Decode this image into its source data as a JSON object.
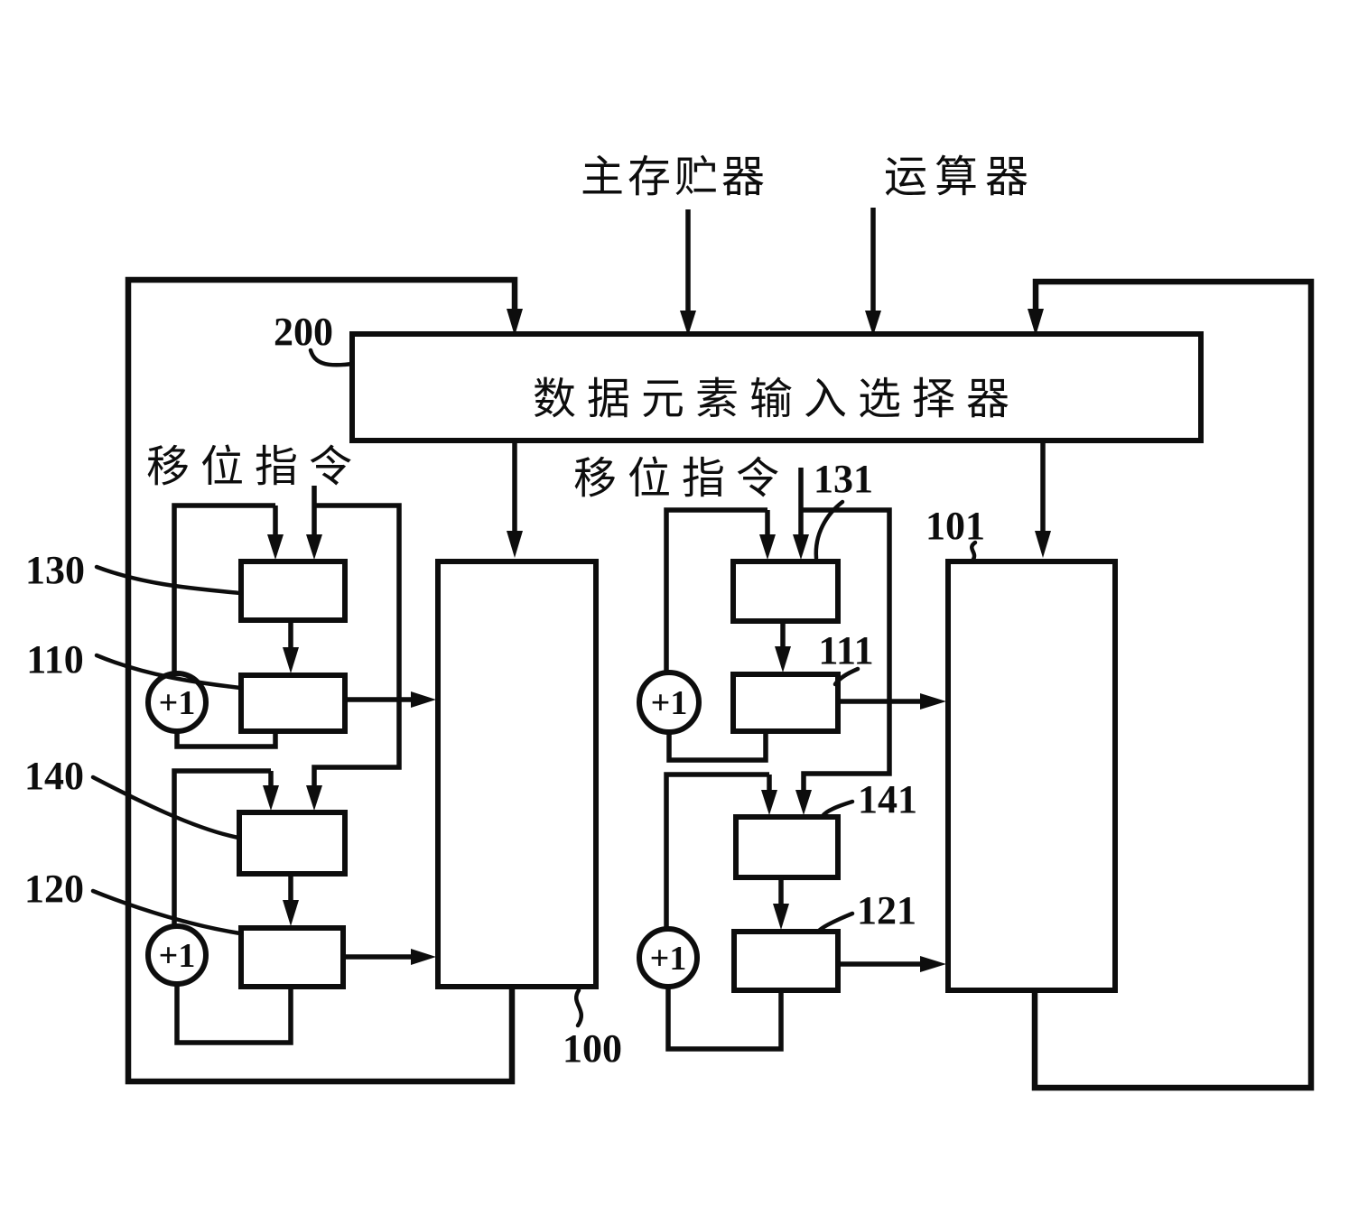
{
  "figure": {
    "inputs": {
      "main_memory_label": "主存贮器",
      "alu_label": "运算器"
    },
    "selector": {
      "title": "数据元素输入选择器",
      "ref": "200"
    },
    "left_unit": {
      "shift_instruction_label": "移位指令",
      "increment_label": "+1",
      "refs": {
        "upper_ctrl_box": "130",
        "upper_addr_box": "110",
        "lower_ctrl_box": "140",
        "lower_addr_box": "120",
        "register": "100"
      }
    },
    "right_unit": {
      "shift_instruction_label": "移位指令",
      "increment_label": "+1",
      "refs": {
        "upper_ctrl_box": "131",
        "upper_addr_box": "111",
        "lower_ctrl_box": "141",
        "lower_addr_box": "121",
        "register": "101"
      }
    }
  }
}
